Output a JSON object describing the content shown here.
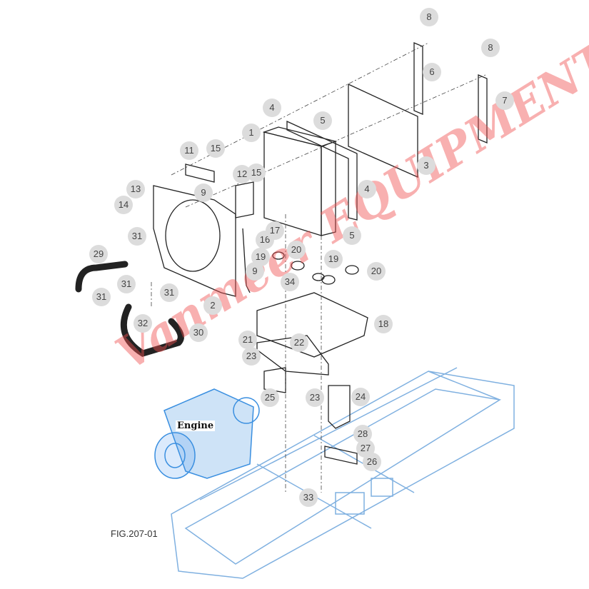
{
  "figure_id": "FIG.207-01",
  "engine_label": "Engine",
  "watermark": "Vanmeer EQUIPMENT",
  "colors": {
    "line": "#222222",
    "chassis": "#7fb0e0",
    "engine": "#3a8fe0",
    "watermark": "#f05050",
    "callout": "#dcdcdc"
  },
  "callouts": [
    "8",
    "6",
    "8",
    "7",
    "4",
    "5",
    "1",
    "3",
    "4",
    "5",
    "11",
    "15",
    "12",
    "15",
    "9",
    "13",
    "14",
    "31",
    "29",
    "31",
    "31",
    "31",
    "2",
    "9",
    "16",
    "17",
    "19",
    "20",
    "19",
    "20",
    "34",
    "18",
    "30",
    "32",
    "21",
    "22",
    "23",
    "25",
    "23",
    "24",
    "28",
    "27",
    "26",
    "33"
  ]
}
